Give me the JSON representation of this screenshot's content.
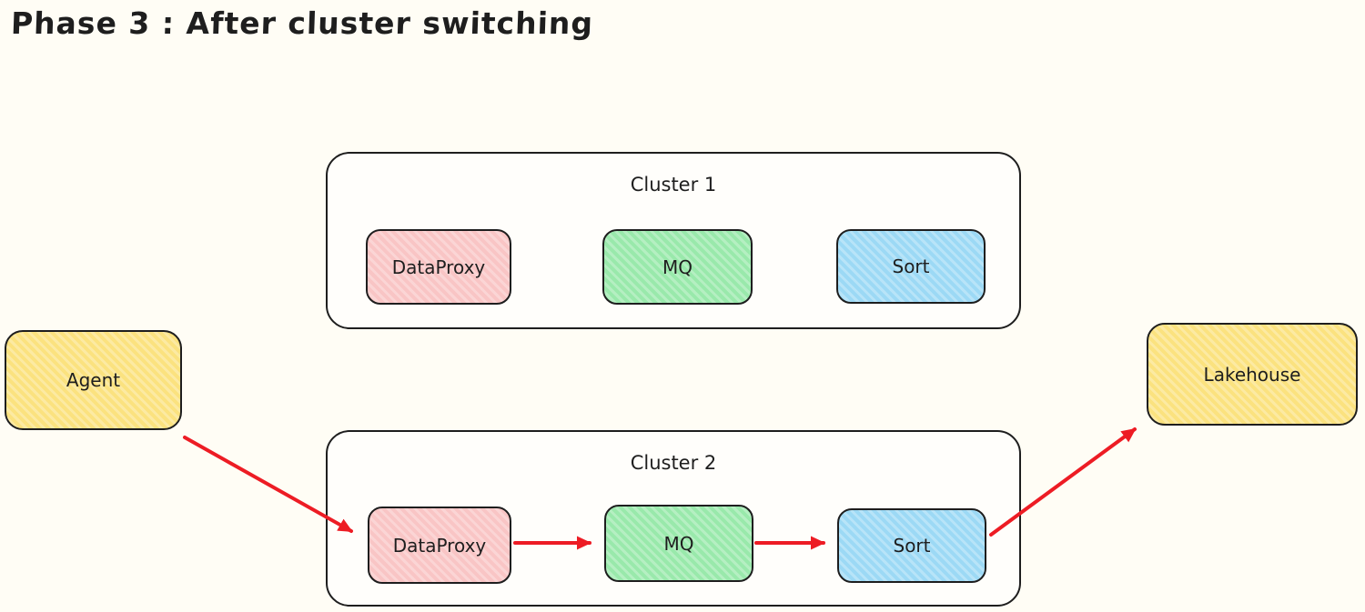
{
  "title": "Phase 3 : After cluster switching",
  "colors": {
    "background": "#fffdf5",
    "stroke": "#1e1e1e",
    "arrow": "#ed1c24",
    "yellow": "#fbe27f",
    "pink": "#f9c5c5",
    "green": "#99e9ab",
    "blue": "#9cd9f5"
  },
  "nodes": {
    "agent": {
      "label": "Agent",
      "color": "#fbe27f"
    },
    "lakehouse": {
      "label": "Lakehouse",
      "color": "#fbe27f"
    }
  },
  "clusters": [
    {
      "label": "Cluster 1",
      "nodes": [
        {
          "label": "DataProxy",
          "color": "#f9c5c5"
        },
        {
          "label": "MQ",
          "color": "#99e9ab"
        },
        {
          "label": "Sort",
          "color": "#9cd9f5"
        }
      ]
    },
    {
      "label": "Cluster 2",
      "nodes": [
        {
          "label": "DataProxy",
          "color": "#f9c5c5"
        },
        {
          "label": "MQ",
          "color": "#99e9ab"
        },
        {
          "label": "Sort",
          "color": "#9cd9f5"
        }
      ]
    }
  ],
  "edges": [
    {
      "from": "Agent",
      "to": "Cluster 2 / DataProxy"
    },
    {
      "from": "Cluster 2 / DataProxy",
      "to": "Cluster 2 / MQ"
    },
    {
      "from": "Cluster 2 / MQ",
      "to": "Cluster 2 / Sort"
    },
    {
      "from": "Cluster 2 / Sort",
      "to": "Lakehouse"
    }
  ]
}
